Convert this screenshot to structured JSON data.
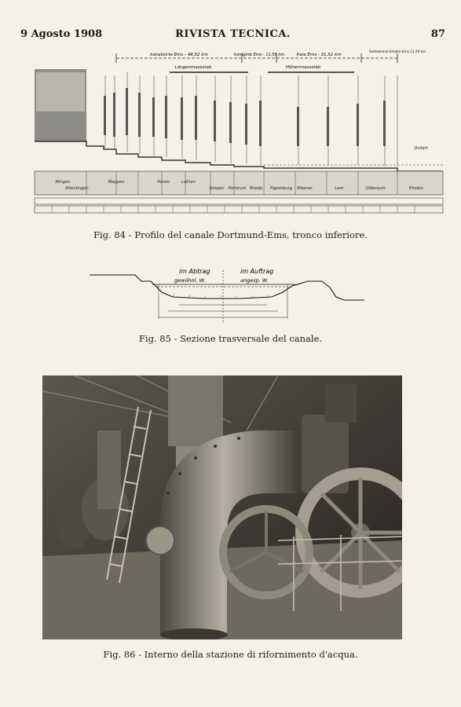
{
  "header": {
    "date": "9 Agosto 1908",
    "title": "RIVISTA TECNICA.",
    "page": "87"
  },
  "fig84": {
    "caption": "Fig. 84 - Profilo del canale Dortmund-Ems, tronco inferiore.",
    "top_segments": [
      "kanalisirte Ems - 48,52 km",
      "korrigirte Ems - 11,55 km",
      "freie Ems - 31,52 km",
      "Seitenkanal Emden-Ems 11,50 km"
    ],
    "scale_length": "Längenmassstab",
    "scale_height": "Höhenmassstab",
    "place_labels": [
      "Mingen",
      "Altenlingen",
      "Meppen",
      "Haren",
      "Lathen",
      "Dörpen",
      "Herbrum",
      "Rhede",
      "Papenburg",
      "Weener",
      "Leer",
      "Oldersum",
      "Emden",
      "Dollart"
    ]
  },
  "fig85": {
    "caption": "Fig. 85 - Sezione trasversale del canale.",
    "labels": {
      "left": "im Abtrag",
      "right": "im Auftrag",
      "w_left": "gewöhnl. W.",
      "w_right": "angesp. W."
    }
  },
  "fig86": {
    "caption": "Fig. 86 - Interno della stazione di rifornimento d'acqua."
  }
}
